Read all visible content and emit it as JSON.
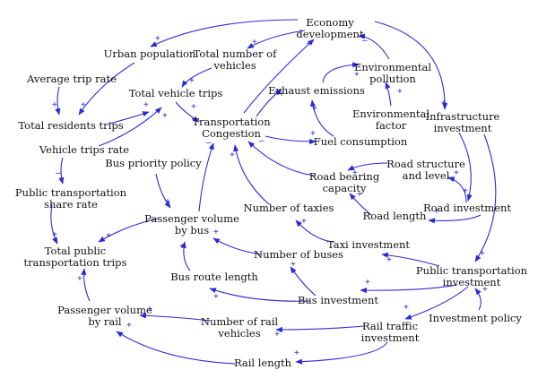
{
  "diagram": {
    "type": "causal-loop",
    "colors": {
      "arrow": "#2b2bd6",
      "sign": "#2222cc",
      "text": "#111111"
    },
    "nodes": {
      "economy_development": [
        "Economy",
        "development"
      ],
      "urban_population": [
        "Urban population"
      ],
      "total_number_of_vehicles": [
        "Total number of",
        "vehicles"
      ],
      "average_trip_rate": [
        "Average trip rate"
      ],
      "environmental_pollution": [
        "Environmental",
        "pollution"
      ],
      "exhaust_emissions": [
        "Exhaust emissions"
      ],
      "total_vehicle_trips": [
        "Total vehicle trips"
      ],
      "environmental_factor": [
        "Environmental",
        "factor"
      ],
      "infrastructure_investment": [
        "Infrastructure",
        "investment"
      ],
      "total_residents_trips": [
        "Total residents trips"
      ],
      "transportation_congestion": [
        "Transportation",
        "Congestion"
      ],
      "vehicle_trips_rate": [
        "Vehicle trips rate"
      ],
      "fuel_consumption": [
        "Fuel consumption"
      ],
      "bus_priority_policy": [
        "Bus priority policy"
      ],
      "road_structure_and_level": [
        "Road structure",
        "and level"
      ],
      "road_bearing_capacity": [
        "Road bearing",
        "capacity"
      ],
      "public_transportation_share_rate": [
        "Public transportation",
        "share rate"
      ],
      "road_investment": [
        "Road investment"
      ],
      "number_of_taxies": [
        "Number of taxies"
      ],
      "road_length": [
        "Road length"
      ],
      "passenger_volume_by_bus": [
        "Passenger volume",
        "by bus"
      ],
      "total_public_transportation_trips": [
        "Total public",
        "transportation trips"
      ],
      "taxi_investment": [
        "Taxi investment"
      ],
      "number_of_buses": [
        "Number of buses"
      ],
      "public_transportation_investment": [
        "Public transportation",
        "investment"
      ],
      "bus_route_length": [
        "Bus route length"
      ],
      "bus_investment": [
        "Bus investment"
      ],
      "passenger_volume_by_rail": [
        "Passenger volume",
        "by rail"
      ],
      "number_of_rail_vehicles": [
        "Number of rail",
        "vehicles"
      ],
      "rail_traffic_investment": [
        "Rail traffic",
        "investment"
      ],
      "investment_policy": [
        "Investment policy"
      ],
      "rail_length": [
        "Rail length"
      ]
    },
    "links": [
      {
        "from": "economy_development",
        "to": "urban_population",
        "sign": "+"
      },
      {
        "from": "economy_development",
        "to": "total_number_of_vehicles",
        "sign": "+"
      },
      {
        "from": "economy_development",
        "to": "infrastructure_investment",
        "sign": "+"
      },
      {
        "from": "environmental_pollution",
        "to": "economy_development",
        "sign": "–"
      },
      {
        "from": "transportation_congestion",
        "to": "economy_development",
        "sign": "–"
      },
      {
        "from": "urban_population",
        "to": "total_residents_trips",
        "sign": "+"
      },
      {
        "from": "average_trip_rate",
        "to": "total_residents_trips",
        "sign": "+"
      },
      {
        "from": "total_number_of_vehicles",
        "to": "total_vehicle_trips",
        "sign": "+"
      },
      {
        "from": "total_residents_trips",
        "to": "total_vehicle_trips",
        "sign": "+"
      },
      {
        "from": "total_vehicle_trips",
        "to": "transportation_congestion",
        "sign": "+"
      },
      {
        "from": "vehicle_trips_rate",
        "to": "total_vehicle_trips",
        "sign": "+"
      },
      {
        "from": "vehicle_trips_rate",
        "to": "public_transportation_share_rate",
        "sign": "–"
      },
      {
        "from": "public_transportation_share_rate",
        "to": "total_public_transportation_trips",
        "sign": "+"
      },
      {
        "from": "transportation_congestion",
        "to": "exhaust_emissions",
        "sign": "+"
      },
      {
        "from": "transportation_congestion",
        "to": "fuel_consumption",
        "sign": "+"
      },
      {
        "from": "exhaust_emissions",
        "to": "environmental_pollution",
        "sign": "+"
      },
      {
        "from": "fuel_consumption",
        "to": "exhaust_emissions",
        "sign": "+"
      },
      {
        "from": "environmental_factor",
        "to": "environmental_pollution",
        "sign": "+"
      },
      {
        "from": "infrastructure_investment",
        "to": "road_investment",
        "sign": "+"
      },
      {
        "from": "infrastructure_investment",
        "to": "public_transportation_investment",
        "sign": "+"
      },
      {
        "from": "road_investment",
        "to": "road_structure_and_level",
        "sign": "+"
      },
      {
        "from": "road_investment",
        "to": "road_length",
        "sign": "+"
      },
      {
        "from": "road_structure_and_level",
        "to": "road_bearing_capacity",
        "sign": "+"
      },
      {
        "from": "road_length",
        "to": "road_bearing_capacity",
        "sign": "+"
      },
      {
        "from": "road_bearing_capacity",
        "to": "transportation_congestion",
        "sign": "–"
      },
      {
        "from": "number_of_taxies",
        "to": "transportation_congestion",
        "sign": "+"
      },
      {
        "from": "taxi_investment",
        "to": "number_of_taxies",
        "sign": "+"
      },
      {
        "from": "public_transportation_investment",
        "to": "taxi_investment",
        "sign": "+"
      },
      {
        "from": "public_transportation_investment",
        "to": "bus_investment",
        "sign": "+"
      },
      {
        "from": "public_transportation_investment",
        "to": "rail_traffic_investment",
        "sign": "+"
      },
      {
        "from": "investment_policy",
        "to": "public_transportation_investment",
        "sign": "+"
      },
      {
        "from": "bus_investment",
        "to": "number_of_buses",
        "sign": "+"
      },
      {
        "from": "bus_investment",
        "to": "bus_route_length",
        "sign": "+"
      },
      {
        "from": "number_of_buses",
        "to": "passenger_volume_by_bus",
        "sign": "+"
      },
      {
        "from": "bus_route_length",
        "to": "passenger_volume_by_bus",
        "sign": "+"
      },
      {
        "from": "bus_priority_policy",
        "to": "passenger_volume_by_bus",
        "sign": "+"
      },
      {
        "from": "passenger_volume_by_bus",
        "to": "transportation_congestion",
        "sign": "–"
      },
      {
        "from": "passenger_volume_by_bus",
        "to": "total_public_transportation_trips",
        "sign": "+"
      },
      {
        "from": "rail_traffic_investment",
        "to": "number_of_rail_vehicles",
        "sign": "+"
      },
      {
        "from": "rail_traffic_investment",
        "to": "rail_length",
        "sign": "+"
      },
      {
        "from": "number_of_rail_vehicles",
        "to": "passenger_volume_by_rail",
        "sign": "+"
      },
      {
        "from": "rail_length",
        "to": "passenger_volume_by_rail",
        "sign": "+"
      },
      {
        "from": "passenger_volume_by_rail",
        "to": "total_public_transportation_trips",
        "sign": "+"
      }
    ]
  }
}
